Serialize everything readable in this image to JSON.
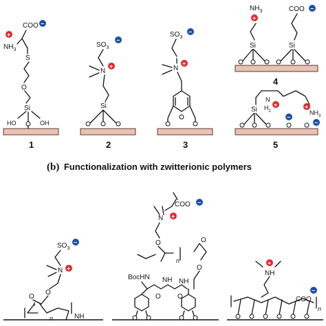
{
  "section_b": {
    "letter": "(b)",
    "title": "Functionalization with zwitterionic polymers"
  },
  "compounds": {
    "c1": "1",
    "c2": "2",
    "c3": "3",
    "c4": "4",
    "c5": "5"
  },
  "atoms": {
    "coo": "COO",
    "nh3": "NH",
    "three": "3",
    "so3": "SO",
    "s": "S",
    "o": "O",
    "si": "Si",
    "ho": "HO",
    "oh": "OH",
    "n": "N",
    "h2": "H",
    "two": "2",
    "boc_nh": "BocHN",
    "nh": "NH",
    "n_sub": "n"
  },
  "charges": {
    "plus": "+",
    "minus": "−"
  },
  "colors": {
    "positive": "#e3272b",
    "negative": "#1f4fa8",
    "surface": "#e9c2b4"
  }
}
